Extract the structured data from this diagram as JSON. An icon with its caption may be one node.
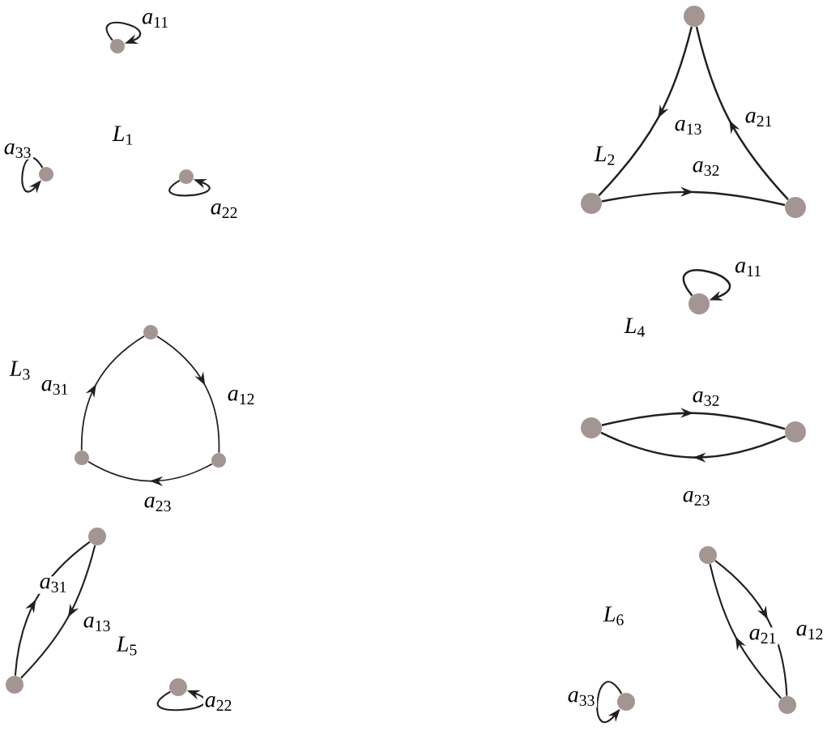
{
  "diagram": {
    "nodes": [
      {
        "text": [],
        "shape": "circle"
      },
      {
        "text": [],
        "shape": "circle"
      },
      {
        "text": [],
        "shape": "circle"
      },
      {
        "text": [],
        "shape": "circle"
      },
      {
        "text": [],
        "shape": "circle"
      },
      {
        "text": [],
        "shape": "circle"
      },
      {
        "text": [],
        "shape": "circle"
      },
      {
        "text": [],
        "shape": "circle"
      },
      {
        "text": [],
        "shape": "circle"
      },
      {
        "text": [],
        "shape": "circle"
      },
      {
        "text": [],
        "shape": "circle"
      },
      {
        "text": [],
        "shape": "circle"
      },
      {
        "text": [],
        "shape": "circle"
      },
      {
        "text": [],
        "shape": "circle"
      },
      {
        "text": [],
        "shape": "circle"
      },
      {
        "text": [],
        "shape": "circle"
      },
      {
        "text": [],
        "shape": "circle"
      },
      {
        "text": [],
        "shape": "circle"
      }
    ],
    "edges": [
      {
        "from": 0,
        "to": 0,
        "arrow": "to",
        "label": "*a*$_{11}$"
      },
      {
        "from": 1,
        "to": 1,
        "arrow": "to",
        "label": "*a*$_{22}$"
      },
      {
        "from": 2,
        "to": 2,
        "arrow": "to",
        "label": "*a*$_{33}$"
      },
      {
        "from": 3,
        "to": 5,
        "arrow": "to",
        "label": "*a*$_{13}$"
      },
      {
        "from": 4,
        "to": 3,
        "arrow": "to",
        "label": "*a*$_{21}$"
      },
      {
        "from": 5,
        "to": 4,
        "arrow": "to",
        "label": "*a*$_{32}$"
      },
      {
        "from": 6,
        "to": 7,
        "arrow": "to",
        "label": "*a*$_{12}$"
      },
      {
        "from": 7,
        "to": 8,
        "arrow": "to",
        "label": "*a*$_{23}$"
      },
      {
        "from": 8,
        "to": 6,
        "arrow": "to",
        "label": "*a*$_{31}$"
      },
      {
        "from": 9,
        "to": 9,
        "arrow": "to",
        "label": "*a*$_{11}$"
      },
      {
        "from": 11,
        "to": 10,
        "arrow": "to",
        "label": "*a*$_{32}$"
      },
      {
        "from": 10,
        "to": 11,
        "arrow": "to",
        "label": "*a*$_{23}$"
      },
      {
        "from": 12,
        "to": 13,
        "arrow": "to",
        "label": "*a*$_{13}$"
      },
      {
        "from": 13,
        "to": 12,
        "arrow": "to",
        "label": "*a*$_{31}$"
      },
      {
        "from": 14,
        "to": 14,
        "arrow": "to",
        "label": "*a*$_{22}$"
      },
      {
        "from": 15,
        "to": 16,
        "arrow": "to",
        "label": "*a*$_{12}$"
      },
      {
        "from": 16,
        "to": 15,
        "arrow": "to",
        "label": "*a*$_{21}$"
      },
      {
        "from": 17,
        "to": 17,
        "arrow": "to",
        "label": "*a*$_{33}$"
      }
    ],
    "labels": [
      "*L*$_{1}$",
      "*L*$_{2}$",
      "*L*$_{3}$",
      "*L*$_{4}$",
      "*L*$_{5}$",
      "*L*$_{6}$"
    ]
  }
}
